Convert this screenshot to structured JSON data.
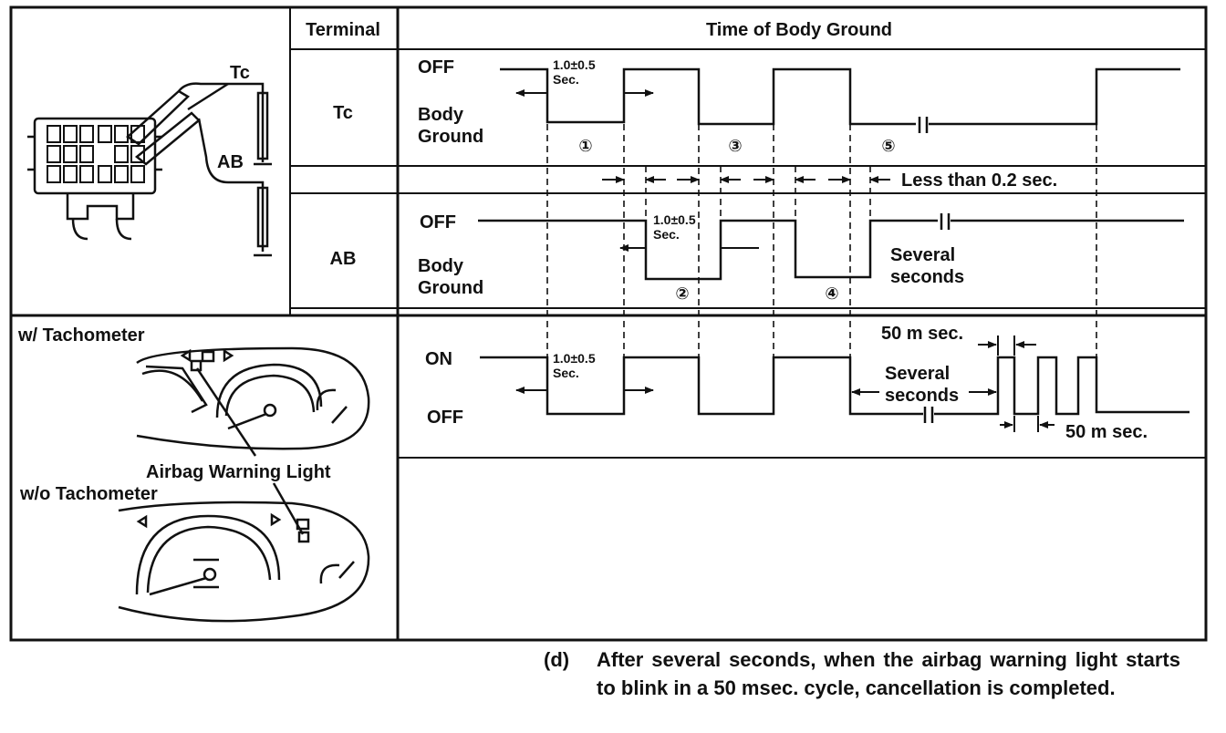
{
  "table": {
    "header_terminal": "Terminal",
    "header_time": "Time of Body Ground"
  },
  "connector": {
    "label_tc": "Tc",
    "label_ab": "AB"
  },
  "rows": {
    "tc": {
      "terminal": "Tc",
      "level_high": "OFF",
      "level_low_1": "Body",
      "level_low_2": "Ground",
      "pulse1_label_1": "1.0±0.5",
      "pulse1_label_2": "Sec.",
      "step1": "①",
      "step3": "③",
      "step5": "⑤"
    },
    "gap": {
      "label": "Less than 0.2 sec."
    },
    "ab": {
      "terminal": "AB",
      "level_high": "OFF",
      "level_low_1": "Body",
      "level_low_2": "Ground",
      "pulse2_label_1": "1.0±0.5",
      "pulse2_label_2": "Sec.",
      "step2": "②",
      "step4": "④",
      "several_1": "Several",
      "several_2": "seconds"
    },
    "light": {
      "level_on": "ON",
      "level_off": "OFF",
      "pulse_label_1": "1.0±0.5",
      "pulse_label_2": "Sec.",
      "blink_top": "50 m sec.",
      "several_1": "Several",
      "several_2": "seconds",
      "blink_bottom": "50 m sec."
    }
  },
  "cluster": {
    "with_tach": "w/ Tachometer",
    "warning_light": "Airbag Warning Light",
    "without_tach": "w/o Tachometer"
  },
  "note": {
    "tag": "(d)",
    "text": "After several seconds, when the airbag warning light starts to blink in a 50 msec. cycle, cancellation is completed."
  },
  "colors": {
    "ink": "#111111",
    "paper": "#ffffff"
  }
}
